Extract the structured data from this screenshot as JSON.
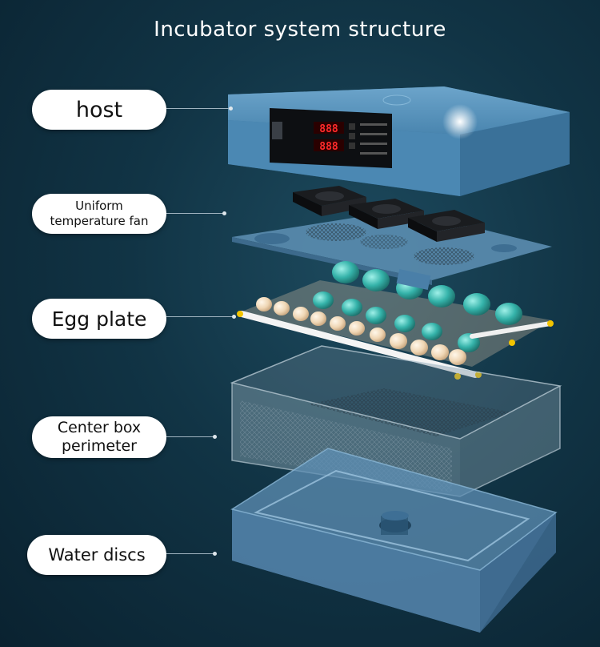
{
  "title": "Incubator system structure",
  "labels": {
    "host": "host",
    "fan_line1": "Uniform",
    "fan_line2": "temperature fan",
    "egg_plate": "Egg plate",
    "center_box_line1": "Center box",
    "center_box_line2": "perimeter",
    "water_discs": "Water discs"
  },
  "display": {
    "segment_top": "888",
    "segment_bottom": "888"
  },
  "colors": {
    "background": "#113445",
    "host_blue": "#4a86b0",
    "label_bg": "#ffffff",
    "egg_teal": "#3fb8b0",
    "egg_cream": "#f2dcc0",
    "display_red": "#ff2a2a"
  }
}
